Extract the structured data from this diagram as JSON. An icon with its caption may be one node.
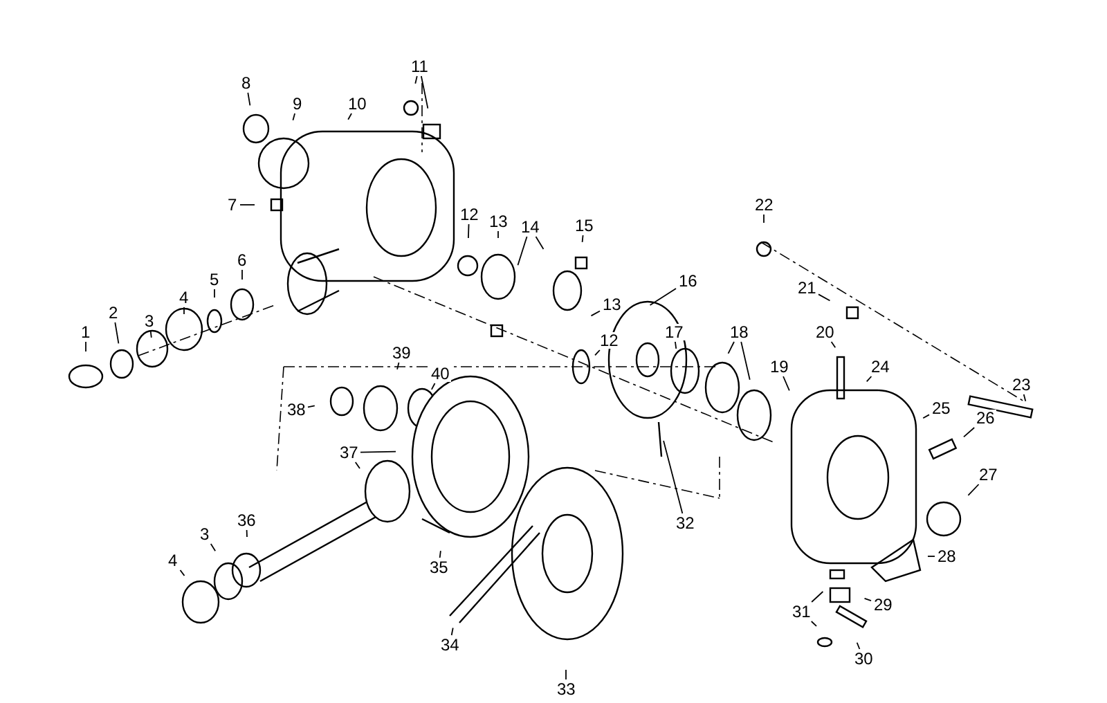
{
  "diagram": {
    "nodes": [
      {
        "text": [
          "11"
        ]
      },
      {
        "text": [
          "8"
        ]
      },
      {
        "text": [
          "9"
        ]
      },
      {
        "text": [
          "10"
        ]
      },
      {
        "text": [
          "7"
        ]
      },
      {
        "text": [
          "22"
        ]
      },
      {
        "text": [
          "12"
        ]
      },
      {
        "text": [
          "13"
        ]
      },
      {
        "text": [
          "14"
        ]
      },
      {
        "text": [
          "15"
        ]
      },
      {
        "text": [
          "6"
        ]
      },
      {
        "text": [
          "16"
        ]
      },
      {
        "text": [
          "5"
        ]
      },
      {
        "text": [
          "4"
        ]
      },
      {
        "text": [
          "21"
        ]
      },
      {
        "text": [
          "13"
        ]
      },
      {
        "text": [
          "3"
        ]
      },
      {
        "text": [
          "17"
        ]
      },
      {
        "text": [
          "18"
        ]
      },
      {
        "text": [
          "20"
        ]
      },
      {
        "text": [
          "12"
        ]
      },
      {
        "text": [
          "2"
        ]
      },
      {
        "text": [
          "1"
        ]
      },
      {
        "text": [
          "39"
        ]
      },
      {
        "text": [
          "19"
        ]
      },
      {
        "text": [
          "24"
        ]
      },
      {
        "text": [
          "40"
        ]
      },
      {
        "text": [
          "23"
        ]
      },
      {
        "text": [
          "25"
        ]
      },
      {
        "text": [
          "38"
        ]
      },
      {
        "text": [
          "26"
        ]
      },
      {
        "text": [
          "37"
        ]
      },
      {
        "text": [
          "27"
        ]
      },
      {
        "text": [
          "36"
        ]
      },
      {
        "text": [
          "32"
        ]
      },
      {
        "text": [
          "3"
        ]
      },
      {
        "text": [
          "28"
        ]
      },
      {
        "text": [
          "4"
        ]
      },
      {
        "text": [
          "35"
        ]
      },
      {
        "text": [
          "29"
        ]
      },
      {
        "text": [
          "31"
        ]
      },
      {
        "text": [
          "34"
        ]
      },
      {
        "text": [
          "30"
        ]
      },
      {
        "text": [
          "33"
        ]
      }
    ],
    "edges": [
      {
        "from": 0,
        "to": null,
        "arrow": "none"
      },
      {
        "from": 0,
        "to": null,
        "arrow": "none"
      },
      {
        "from": 1,
        "to": null,
        "arrow": "none"
      },
      {
        "from": 2,
        "to": null,
        "arrow": "none"
      },
      {
        "from": 3,
        "to": null,
        "arrow": "none"
      },
      {
        "from": 4,
        "to": null,
        "arrow": "none"
      },
      {
        "from": 5,
        "to": null,
        "arrow": "none"
      },
      {
        "from": 6,
        "to": null,
        "arrow": "none"
      },
      {
        "from": 7,
        "to": null,
        "arrow": "none"
      },
      {
        "from": 8,
        "to": null,
        "arrow": "none"
      },
      {
        "from": 8,
        "to": null,
        "arrow": "none"
      },
      {
        "from": 9,
        "to": null,
        "arrow": "none"
      },
      {
        "from": 10,
        "to": null,
        "arrow": "none"
      },
      {
        "from": 11,
        "to": null,
        "arrow": "none"
      },
      {
        "from": 12,
        "to": null,
        "arrow": "none"
      },
      {
        "from": 13,
        "to": null,
        "arrow": "none"
      },
      {
        "from": 14,
        "to": null,
        "arrow": "none"
      },
      {
        "from": 15,
        "to": null,
        "arrow": "none"
      },
      {
        "from": 16,
        "to": null,
        "arrow": "none"
      },
      {
        "from": 17,
        "to": null,
        "arrow": "none"
      },
      {
        "from": 18,
        "to": null,
        "arrow": "none"
      },
      {
        "from": 18,
        "to": null,
        "arrow": "none"
      },
      {
        "from": 19,
        "to": null,
        "arrow": "none"
      },
      {
        "from": 20,
        "to": null,
        "arrow": "none"
      },
      {
        "from": 21,
        "to": null,
        "arrow": "none"
      },
      {
        "from": 22,
        "to": null,
        "arrow": "none"
      },
      {
        "from": 23,
        "to": null,
        "arrow": "none"
      },
      {
        "from": 24,
        "to": null,
        "arrow": "none"
      },
      {
        "from": 25,
        "to": null,
        "arrow": "none"
      },
      {
        "from": 26,
        "to": null,
        "arrow": "none"
      },
      {
        "from": 27,
        "to": null,
        "arrow": "none"
      },
      {
        "from": 28,
        "to": null,
        "arrow": "none"
      },
      {
        "from": 29,
        "to": null,
        "arrow": "none"
      },
      {
        "from": 30,
        "to": null,
        "arrow": "none"
      },
      {
        "from": 31,
        "to": null,
        "arrow": "none"
      },
      {
        "from": 31,
        "to": null,
        "arrow": "none"
      },
      {
        "from": 32,
        "to": null,
        "arrow": "none"
      },
      {
        "from": 33,
        "to": null,
        "arrow": "none"
      },
      {
        "from": 34,
        "to": null,
        "arrow": "none"
      },
      {
        "from": 35,
        "to": null,
        "arrow": "none"
      },
      {
        "from": 36,
        "to": null,
        "arrow": "none"
      },
      {
        "from": 37,
        "to": null,
        "arrow": "none"
      },
      {
        "from": 38,
        "to": null,
        "arrow": "none"
      },
      {
        "from": 39,
        "to": null,
        "arrow": "none"
      },
      {
        "from": 40,
        "to": null,
        "arrow": "none"
      },
      {
        "from": 40,
        "to": null,
        "arrow": "none"
      },
      {
        "from": 41,
        "to": null,
        "arrow": "none"
      },
      {
        "from": 42,
        "to": null,
        "arrow": "none"
      },
      {
        "from": 43,
        "to": null,
        "arrow": "none"
      }
    ]
  }
}
